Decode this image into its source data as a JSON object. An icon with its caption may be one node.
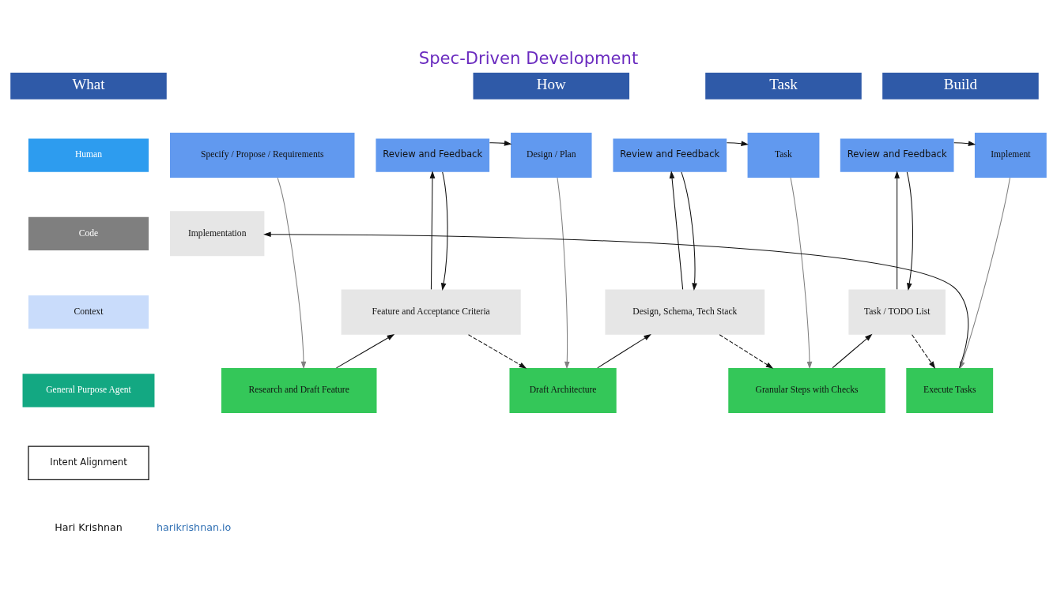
{
  "diagram": {
    "title": "Spec-Driven Development",
    "nodes": [
      {
        "text": [
          "What"
        ]
      },
      {
        "text": [
          "How"
        ]
      },
      {
        "text": [
          "Task"
        ]
      },
      {
        "text": [
          "Build"
        ]
      },
      {
        "text": [
          "Human"
        ]
      },
      {
        "text": [
          "Code"
        ]
      },
      {
        "text": [
          "Context"
        ]
      },
      {
        "text": [
          "General Purpose Agent"
        ]
      },
      {
        "text": [
          "Intent Alignment"
        ]
      },
      {
        "text": [
          "Specify / Propose / Requirements"
        ]
      },
      {
        "text": [
          "Review and Feedback"
        ]
      },
      {
        "text": [
          "Design / Plan"
        ]
      },
      {
        "text": [
          "Review and Feedback"
        ]
      },
      {
        "text": [
          "Task"
        ]
      },
      {
        "text": [
          "Review and Feedback"
        ]
      },
      {
        "text": [
          "Implement"
        ]
      },
      {
        "text": [
          "Implementation"
        ]
      },
      {
        "text": [
          "Feature and Acceptance Criteria"
        ]
      },
      {
        "text": [
          "Design, Schema, Tech Stack"
        ]
      },
      {
        "text": [
          "Task / TODO List"
        ]
      },
      {
        "text": [
          "Research and Draft Feature"
        ]
      },
      {
        "text": [
          "Draft Architecture"
        ]
      },
      {
        "text": [
          "Granular Steps with Checks"
        ]
      },
      {
        "text": [
          "Execute Tasks"
        ]
      }
    ],
    "edges": [
      {
        "from": 9,
        "to": 20,
        "arrow": "to",
        "color": "#808080"
      },
      {
        "from": 20,
        "to": 17,
        "arrow": "to"
      },
      {
        "from": 17,
        "to": 10,
        "arrow": "to"
      },
      {
        "from": 10,
        "to": 11,
        "arrow": "to"
      },
      {
        "from": 10,
        "to": 17,
        "arrow": "to"
      },
      {
        "from": 17,
        "to": 21,
        "arrow": "to",
        "style": "dashed"
      },
      {
        "from": 11,
        "to": 21,
        "arrow": "to",
        "color": "#808080"
      },
      {
        "from": 21,
        "to": 18,
        "arrow": "to"
      },
      {
        "from": 18,
        "to": 12,
        "arrow": "to"
      },
      {
        "from": 12,
        "to": 13,
        "arrow": "to"
      },
      {
        "from": 12,
        "to": 18,
        "arrow": "to"
      },
      {
        "from": 18,
        "to": 22,
        "arrow": "to",
        "style": "dashed"
      },
      {
        "from": 13,
        "to": 22,
        "arrow": "to",
        "color": "#808080"
      },
      {
        "from": 22,
        "to": 19,
        "arrow": "to"
      },
      {
        "from": 19,
        "to": 14,
        "arrow": "to"
      },
      {
        "from": 14,
        "to": 15,
        "arrow": "to"
      },
      {
        "from": 14,
        "to": 19,
        "arrow": "to"
      },
      {
        "from": 19,
        "to": 23,
        "arrow": "to",
        "style": "dashed"
      },
      {
        "from": 15,
        "to": 23,
        "arrow": "to",
        "color": "#808080"
      },
      {
        "from": 23,
        "to": 16,
        "arrow": "to"
      }
    ],
    "labels": [
      "Hari Krishnan",
      "harikrishnan.io"
    ]
  }
}
